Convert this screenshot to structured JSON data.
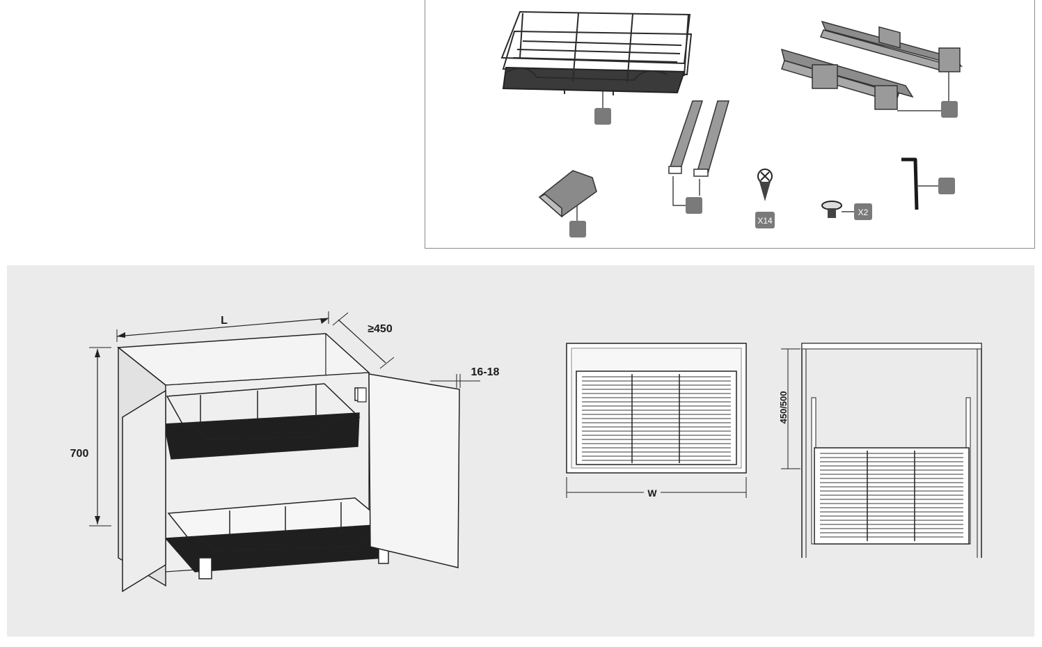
{
  "parts": {
    "qty_screws": "X14",
    "qty_bolts": "X2"
  },
  "dimensions": {
    "length": "L",
    "depth": "≥450",
    "panel_thickness": "16-18",
    "height": "700",
    "width": "W",
    "basket_depth": "450/500"
  },
  "colors": {
    "tag": "#7a7a7a",
    "line": "#222222",
    "install_bg": "#ebebeb"
  }
}
